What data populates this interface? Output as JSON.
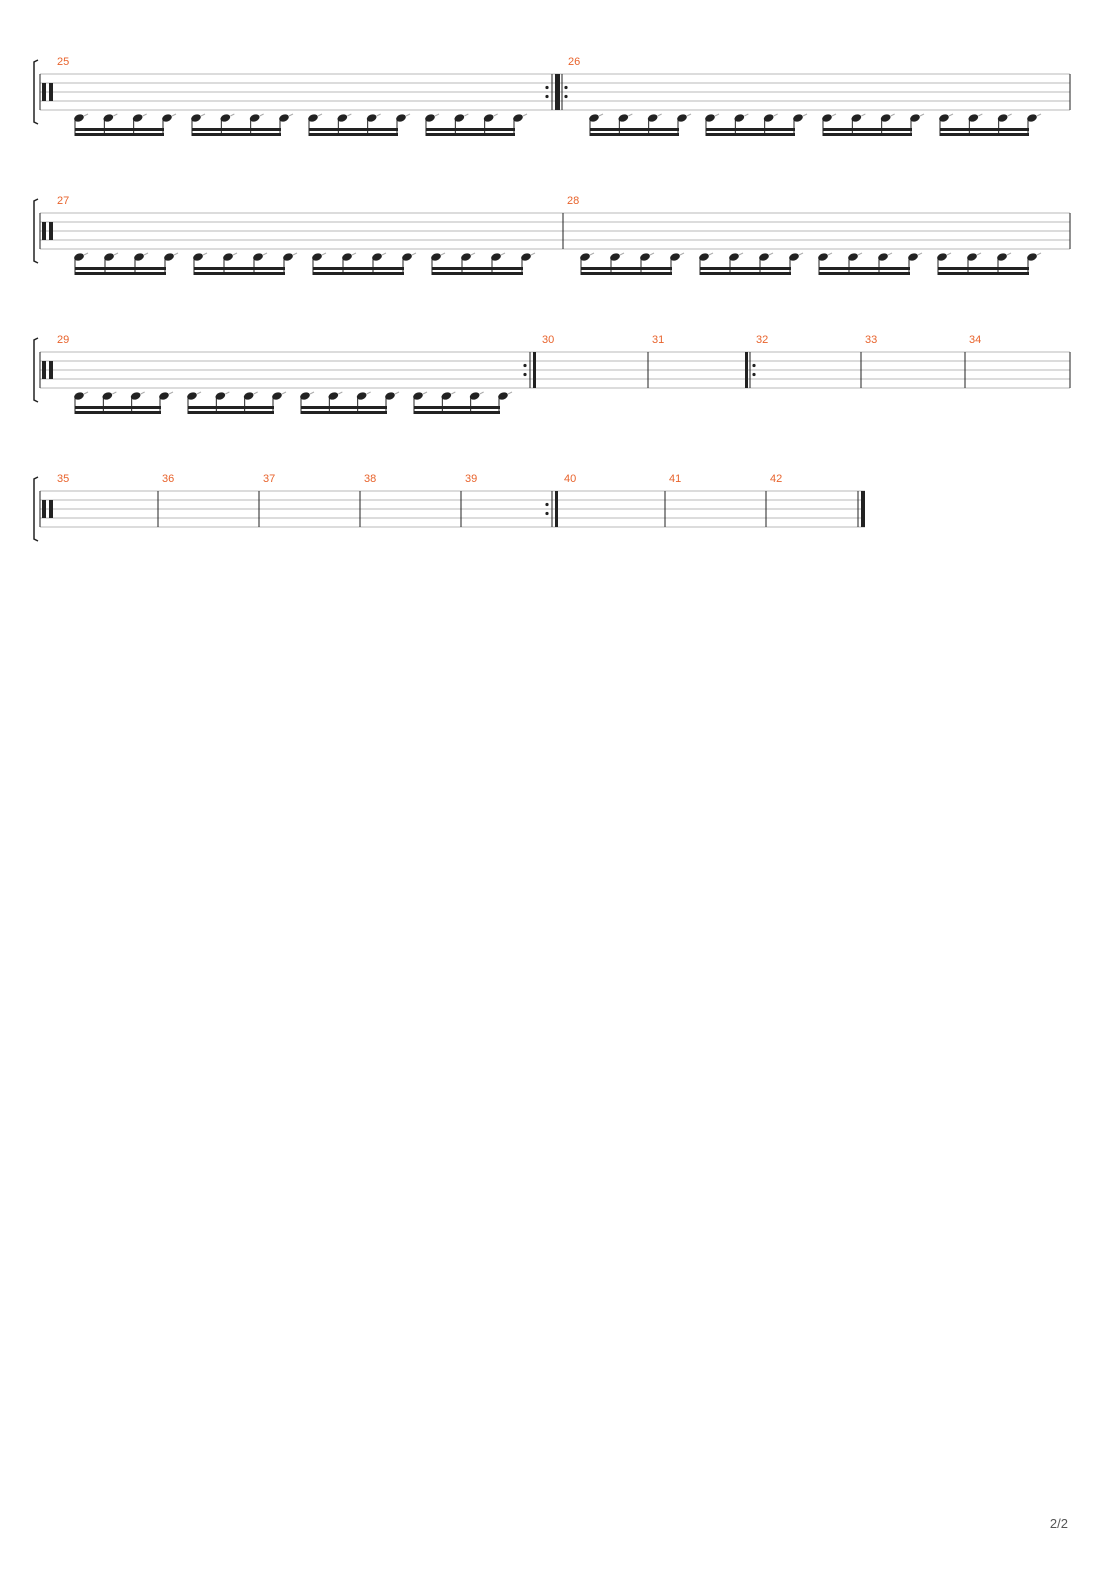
{
  "page": {
    "number": "2/2"
  },
  "colors": {
    "measure_number": "#e8632c",
    "staff_line": "#b8b8b8",
    "ink": "#222222",
    "page_number": "#555555"
  },
  "notation": {
    "instrument": "percussion",
    "clef": "percussion-clef-icon",
    "note_head": "x-notehead-sixteenth",
    "notes_per_beat": 4,
    "beats_per_measure": 4
  },
  "systems": [
    {
      "measures": [
        {
          "number": "25",
          "end_repeat": true,
          "filled": true
        },
        {
          "number": "26",
          "start_repeat": true,
          "filled": true
        }
      ]
    },
    {
      "measures": [
        {
          "number": "27",
          "filled": true
        },
        {
          "number": "28",
          "filled": true
        }
      ]
    },
    {
      "measures": [
        {
          "number": "29",
          "end_repeat": true,
          "filled": true
        },
        {
          "number": "30",
          "filled": false
        },
        {
          "number": "31",
          "filled": false
        },
        {
          "number": "32",
          "start_repeat": true,
          "filled": false
        },
        {
          "number": "33",
          "filled": false
        },
        {
          "number": "34",
          "filled": false
        }
      ]
    },
    {
      "final_barline": true,
      "measures": [
        {
          "number": "35",
          "filled": false
        },
        {
          "number": "36",
          "filled": false
        },
        {
          "number": "37",
          "filled": false
        },
        {
          "number": "38",
          "filled": false
        },
        {
          "number": "39",
          "end_repeat": true,
          "filled": false
        },
        {
          "number": "40",
          "filled": false
        },
        {
          "number": "41",
          "filled": false
        },
        {
          "number": "42",
          "filled": false
        }
      ]
    }
  ]
}
